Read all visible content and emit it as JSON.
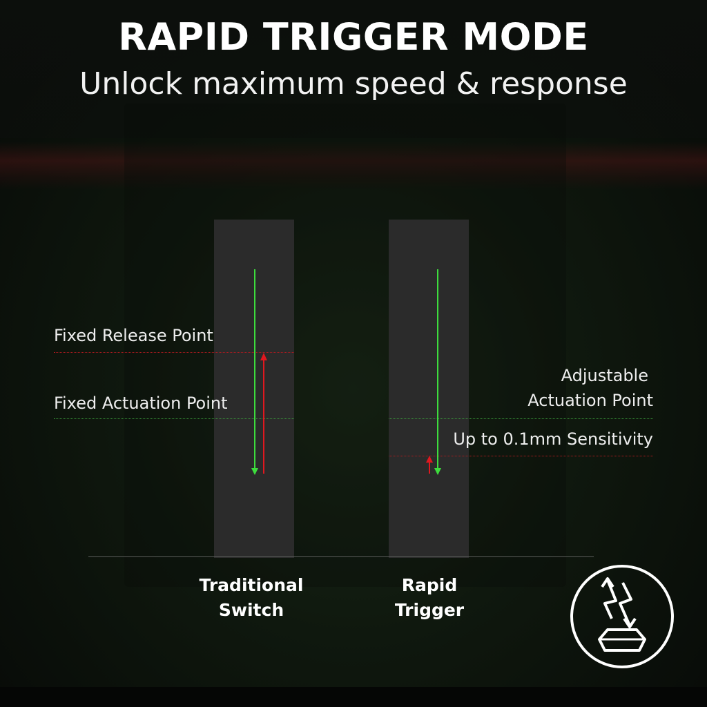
{
  "header": {
    "title": "RAPID TRIGGER MODE",
    "subtitle": "Unlock maximum speed & response"
  },
  "labels": {
    "fixed_release": "Fixed Release Point",
    "fixed_actuation": "Fixed Actuation Point",
    "adjustable_line1": "Adjustable",
    "adjustable_line2": "Actuation Point",
    "sensitivity": "Up to 0.1mm Sensitivity"
  },
  "switches": {
    "traditional_line1": "Traditional",
    "traditional_line2": "Switch",
    "rapid_line1": "Rapid",
    "rapid_line2": "Trigger"
  },
  "colors": {
    "press_arrow": "#3ddc3d",
    "release_arrow": "#e0181f",
    "release_line": "#b01a1f",
    "actuation_line": "#3a9a3a",
    "column": "#2b2b2b"
  },
  "icons": {
    "badge": "rapid-trigger-keycap-icon"
  }
}
